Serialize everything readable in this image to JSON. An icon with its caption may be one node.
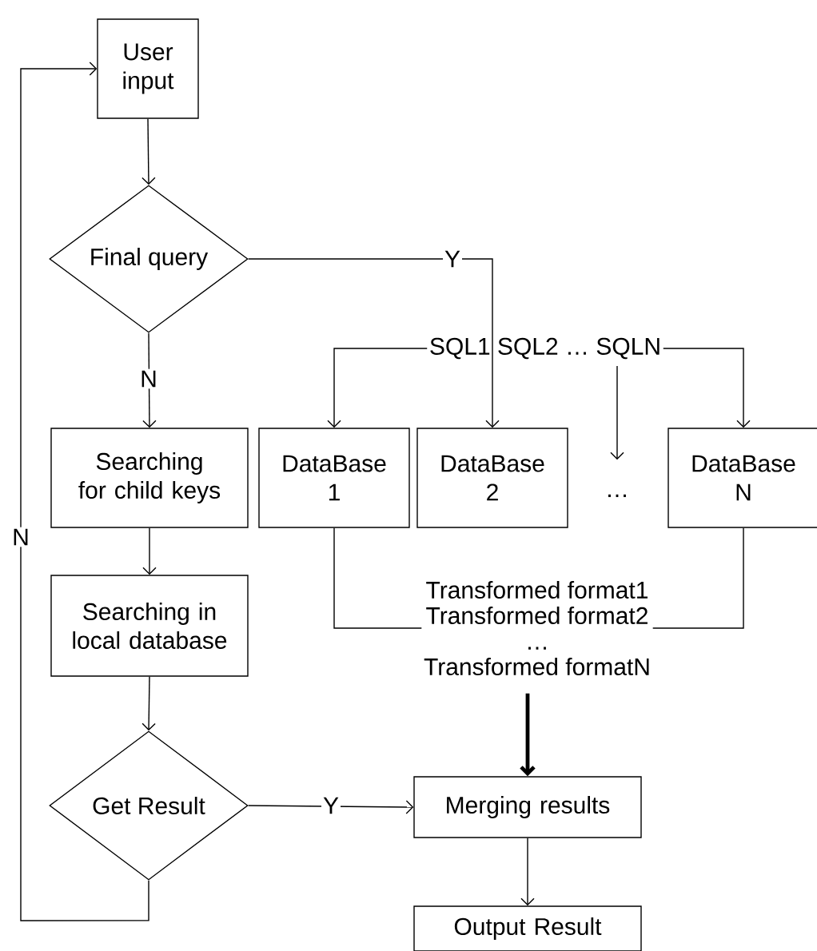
{
  "diagram": {
    "nodes": [
      {
        "text": [
          "User input"
        ]
      },
      {
        "text": [
          "Final query"
        ]
      },
      {
        "text": [
          "SQL1 SQL2 … SQLN"
        ]
      },
      {
        "text": [
          "Searching for child keys"
        ]
      },
      {
        "text": [
          "DataBase 1"
        ]
      },
      {
        "text": [
          "DataBase 2"
        ]
      },
      {
        "text": [
          "…"
        ]
      },
      {
        "text": [
          "DataBase N"
        ]
      },
      {
        "text": [
          "Searching in local database"
        ]
      },
      {
        "text": [
          "Transformed format1",
          "Transformed format2",
          "…",
          "Transformed formatN"
        ]
      },
      {
        "text": [
          "Get Result"
        ]
      },
      {
        "text": [
          "Merging results"
        ]
      },
      {
        "text": [
          "Output Result"
        ]
      }
    ],
    "edges": [
      {
        "from": 0,
        "to": 1,
        "arrow": "to"
      },
      {
        "from": 1,
        "to": 3,
        "arrow": "to",
        "label": "N"
      },
      {
        "from": 1,
        "to": 5,
        "arrow": "to",
        "label": "Y"
      },
      {
        "from": 2,
        "to": 4,
        "arrow": "to"
      },
      {
        "from": 2,
        "to": 6,
        "arrow": "to"
      },
      {
        "from": 2,
        "to": 7,
        "arrow": "to"
      },
      {
        "from": 3,
        "to": 8,
        "arrow": "to"
      },
      {
        "from": 4,
        "to": 9,
        "arrow": "none"
      },
      {
        "from": 7,
        "to": 9,
        "arrow": "none"
      },
      {
        "from": 8,
        "to": 10,
        "arrow": "to"
      },
      {
        "from": 9,
        "to": 11,
        "arrow": "to",
        "style": "thick"
      },
      {
        "from": 10,
        "to": 11,
        "arrow": "to",
        "label": "Y"
      },
      {
        "from": 10,
        "to": 0,
        "arrow": "to",
        "label": "N"
      },
      {
        "from": 11,
        "to": 12,
        "arrow": "to"
      }
    ]
  }
}
